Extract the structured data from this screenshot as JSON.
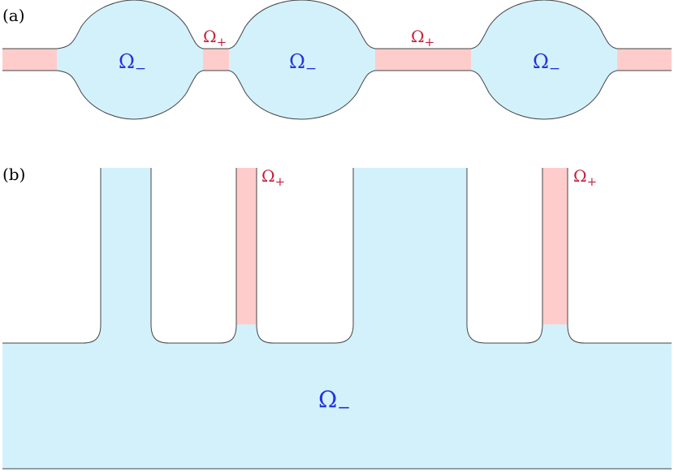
{
  "panels": {
    "a": {
      "label": "(a)",
      "region_minus": {
        "base": "Ω",
        "sign": "−"
      },
      "region_plus": {
        "base": "Ω",
        "sign": "+"
      }
    },
    "b": {
      "label": "(b)",
      "region_minus": {
        "base": "Ω",
        "sign": "−"
      },
      "region_plus": {
        "base": "Ω",
        "sign": "+"
      }
    }
  },
  "colors": {
    "minus_fill": "#d3f1fb",
    "plus_fill": "#ffcccc",
    "minus_label": "#2233dd",
    "plus_label": "#c41e3a",
    "outline": "#444444"
  }
}
